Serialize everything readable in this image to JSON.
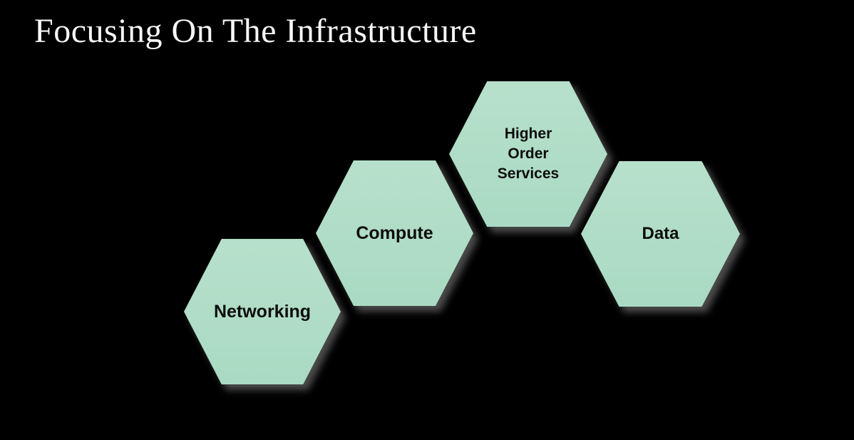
{
  "slide": {
    "title": "Focusing On The Infrastructure",
    "background_color": "#000000",
    "title_color": "#f7f7f7"
  },
  "hexagons": {
    "fill_color": "#afdcc5",
    "label_color": "#0d0d0d",
    "items": [
      {
        "id": "networking",
        "label": "Networking"
      },
      {
        "id": "compute",
        "label": "Compute"
      },
      {
        "id": "higher-order-services",
        "label": "Higher Order Services",
        "lines": [
          "Higher",
          "Order",
          "Services"
        ]
      },
      {
        "id": "data",
        "label": "Data"
      }
    ]
  }
}
